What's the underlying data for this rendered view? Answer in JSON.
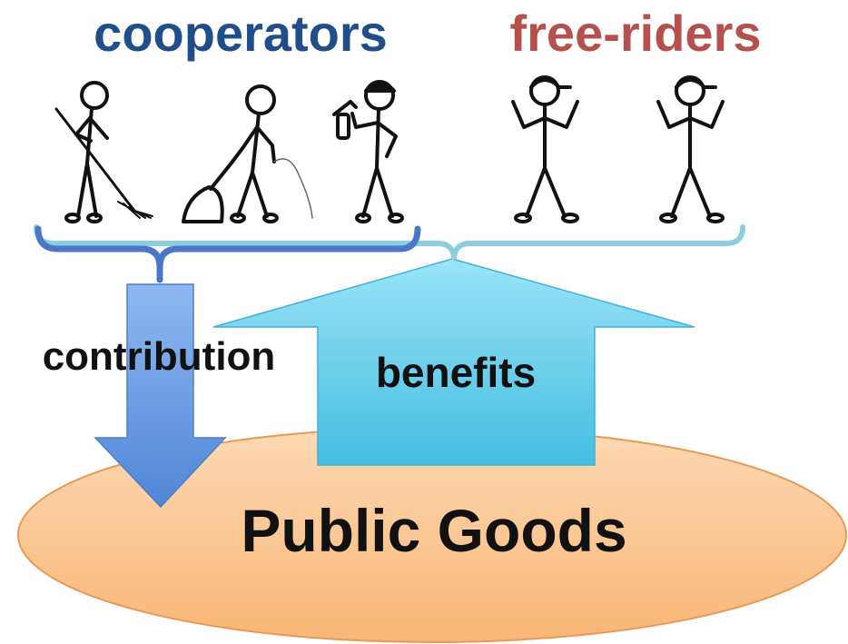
{
  "labels": {
    "cooperators": "cooperators",
    "free_riders": "free-riders",
    "contribution": "contribution",
    "benefits": "benefits",
    "public_goods": "Public Goods"
  },
  "colors": {
    "cooperators_text": "#1f4e8a",
    "free_riders_text": "#b5504d",
    "contribution_arrow": "#5b8fdc",
    "benefits_arrow": "#5cc6e6",
    "ellipse_fill": "#fbc28c",
    "ellipse_stroke": "#e89a55",
    "cooperators_brace": "#4a78c7",
    "all_brace": "#7ec3d8",
    "figure_stroke": "#111111"
  },
  "figures": {
    "cooperators": [
      "raking-person-icon",
      "vacuuming-person-icon",
      "spraying-person-icon"
    ],
    "free_riders": [
      "shrugging-person-icon",
      "shrugging-person-icon"
    ]
  }
}
